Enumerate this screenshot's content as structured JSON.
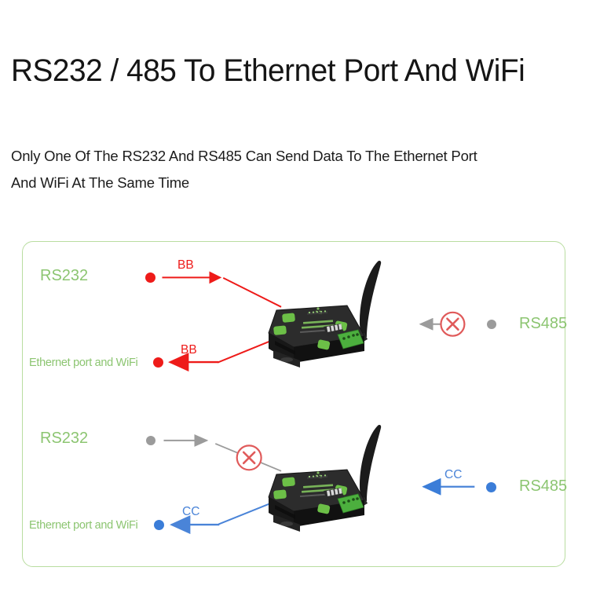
{
  "page": {
    "title": "RS232 / 485 To Ethernet Port And WiFi",
    "subtitle_line1": "Only One Of The RS232 And RS485 Can Send Data To The Ethernet Port",
    "subtitle_line2": "And WiFi At The Same Time"
  },
  "colors": {
    "frame_green": "#b9dda0",
    "label_green": "#8cc571",
    "active_red": "#ee1b19",
    "active_blue": "#3b7dd8",
    "blocked_gray": "#9b9b9b",
    "block_mark_red": "#e05a5a",
    "title_black": "#151515"
  },
  "diagram": {
    "frame_name": "scenario-comparison-frame",
    "scenarios": [
      {
        "id": "top",
        "name": "rs232-active-scenario",
        "source_label": "RS232",
        "source_state": "active",
        "source_dot_color": "#ee1b19",
        "flow_in_label": "BB",
        "flow_in_direction": "right",
        "destination_label": "Ethernet port and WiFi",
        "destination_dot_color": "#ee1b19",
        "flow_out_label": "BB",
        "flow_out_direction": "left",
        "blocked_label": "RS485",
        "blocked_dot_color": "#9b9b9b",
        "blocked_mark": "x-circle",
        "blocked_arrow_direction": "left",
        "device_name": "rs232-485-to-ethernet-wifi-module"
      },
      {
        "id": "bottom",
        "name": "rs485-active-scenario",
        "source_label": "RS485",
        "source_state": "active",
        "source_dot_color": "#3b7dd8",
        "flow_in_label": "CC",
        "flow_in_direction": "left",
        "destination_label": "Ethernet port and WiFi",
        "destination_dot_color": "#3b7dd8",
        "flow_out_label": "CC",
        "flow_out_direction": "left",
        "blocked_label": "RS232",
        "blocked_dot_color": "#9b9b9b",
        "blocked_mark": "x-circle",
        "blocked_arrow_direction": "right",
        "device_name": "rs232-485-to-ethernet-wifi-module"
      }
    ]
  }
}
